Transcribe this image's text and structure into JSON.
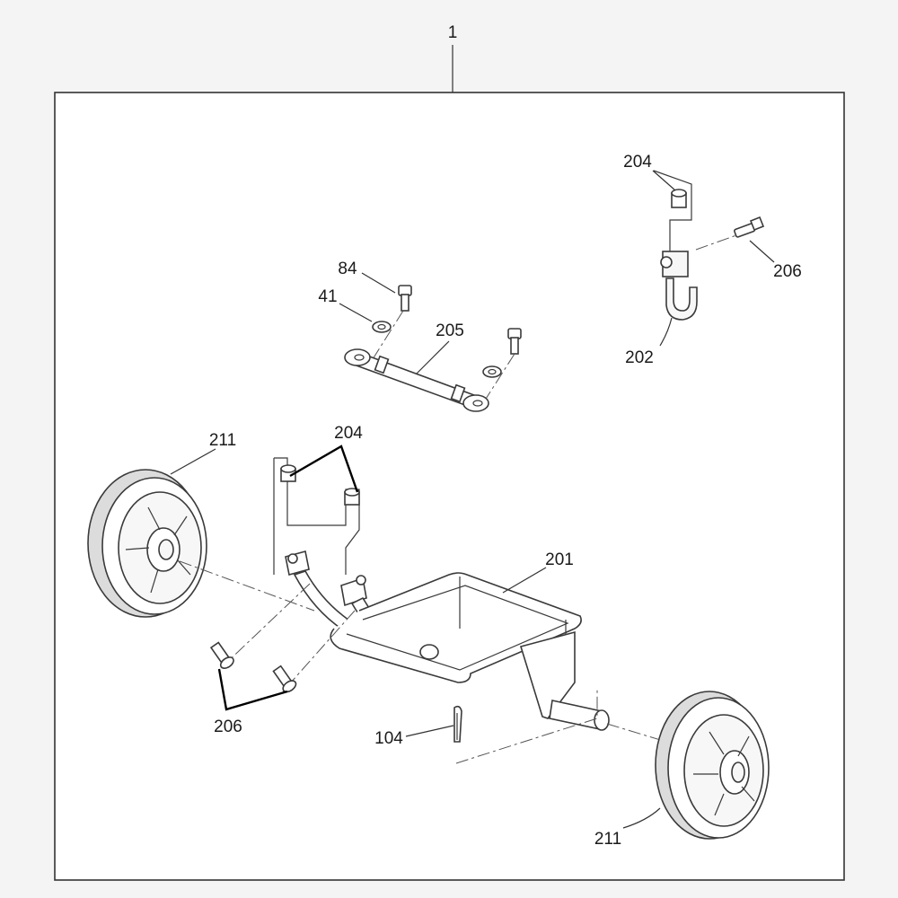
{
  "diagram": {
    "assembly_label": "1",
    "labels": {
      "bushing_top": "204",
      "screw_top": "206",
      "hook": "202",
      "bolt": "84",
      "washer": "41",
      "link_rod": "205",
      "wheel_left": "211",
      "bushings_bracket": "204",
      "frame": "201",
      "screws_bottom": "206",
      "cotter_pin": "104",
      "wheel_right": "211"
    }
  }
}
